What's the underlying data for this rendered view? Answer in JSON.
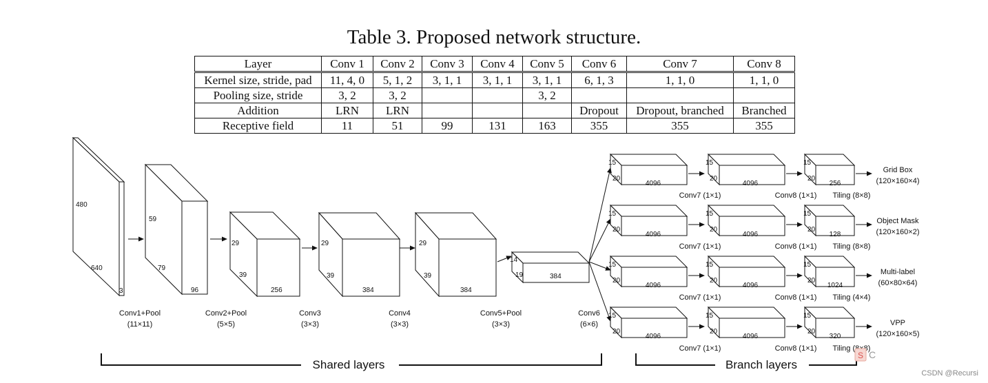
{
  "caption": "Table 3. Proposed network structure.",
  "table": {
    "header": [
      "Layer",
      "Conv 1",
      "Conv 2",
      "Conv 3",
      "Conv 4",
      "Conv 5",
      "Conv 6",
      "Conv 7",
      "Conv 8"
    ],
    "rows": [
      [
        "Kernel size, stride, pad",
        "11, 4, 0",
        "5, 1, 2",
        "3, 1, 1",
        "3, 1, 1",
        "3, 1, 1",
        "6, 1, 3",
        "1, 1, 0",
        "1, 1, 0"
      ],
      [
        "Pooling size, stride",
        "3, 2",
        "3, 2",
        "",
        "",
        "3, 2",
        "",
        "",
        ""
      ],
      [
        "Addition",
        "LRN",
        "LRN",
        "",
        "",
        "",
        "Dropout",
        "Dropout, branched",
        "Branched"
      ],
      [
        "Receptive field",
        "11",
        "51",
        "99",
        "131",
        "163",
        "355",
        "355",
        "355"
      ]
    ]
  },
  "shared_blocks": [
    {
      "name": "Conv1+Pool",
      "size": "(11×11)",
      "dims": [
        "480",
        "640",
        "3"
      ]
    },
    {
      "name": "Conv2+Pool",
      "size": "(5×5)",
      "dims": [
        "59",
        "79",
        "96"
      ]
    },
    {
      "name": "Conv3",
      "size": "(3×3)",
      "dims": [
        "29",
        "39",
        "256"
      ]
    },
    {
      "name": "Conv4",
      "size": "(3×3)",
      "dims": [
        "29",
        "39",
        "384"
      ]
    },
    {
      "name": "Conv5+Pool",
      "size": "(3×3)",
      "dims": [
        "29",
        "39",
        "384"
      ]
    },
    {
      "name": "Conv6",
      "size": "(6×6)",
      "dims": [
        "14",
        "19",
        "384"
      ]
    }
  ],
  "branches": [
    {
      "output": "Grid Box",
      "output_size": "(120×160×4)",
      "conv8_depth": "256",
      "tiling": "Tiling (8×8)"
    },
    {
      "output": "Object Mask",
      "output_size": "(120×160×2)",
      "conv8_depth": "128",
      "tiling": "Tiling (8×8)"
    },
    {
      "output": "Multi-label",
      "output_size": "(60×80×64)",
      "conv8_depth": "1024",
      "tiling": "Tiling (4×4)"
    },
    {
      "output": "VPP",
      "output_size": "(120×160×5)",
      "conv8_depth": "320",
      "tiling": "Tiling (8×8)"
    }
  ],
  "branch_common": {
    "h": "15",
    "w": "20",
    "depth": "4096",
    "conv7_label": "Conv7 (1×1)",
    "conv8_label": "Conv8 (1×1)"
  },
  "groups": {
    "shared": "Shared layers",
    "branch": "Branch layers"
  },
  "watermark": "CSDN @Recursi"
}
